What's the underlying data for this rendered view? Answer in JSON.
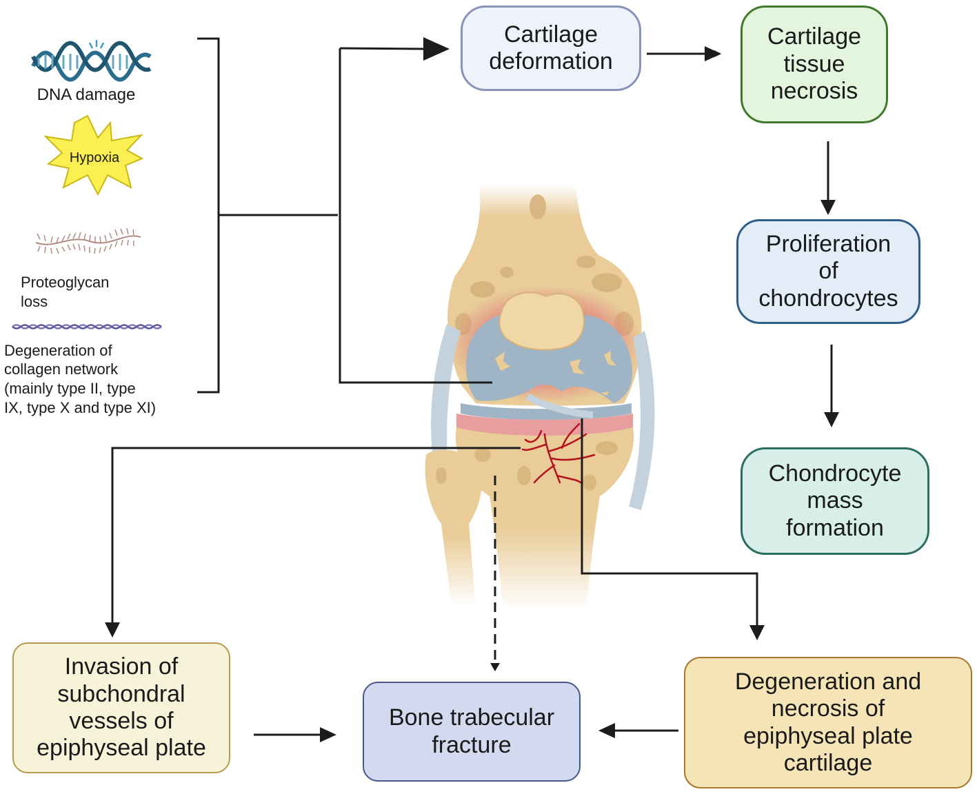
{
  "factors": {
    "dna_damage": "DNA damage",
    "hypoxia": "Hypoxia",
    "proteoglycan_line1": "Proteoglycan",
    "proteoglycan_line2": "loss",
    "collagen_line1": "Degeneration of",
    "collagen_line2": "collagen network",
    "collagen_line3": "(mainly type II, type",
    "collagen_line4": "IX, type X and type XI)"
  },
  "boxes": {
    "cartilage_deformation": {
      "line1": "Cartilage",
      "line2": "deformation",
      "fill": "#eef2fa",
      "border": "#8893b8"
    },
    "cartilage_necrosis": {
      "line1": "Cartilage",
      "line2": "tissue",
      "line3": "necrosis",
      "fill": "#e3f5dc",
      "border": "#3f7a2b"
    },
    "proliferation": {
      "line1": "Proliferation",
      "line2": "of",
      "line3": "chondrocytes",
      "fill": "#e2edf8",
      "border": "#2f5e8a"
    },
    "chondrocyte_mass": {
      "line1": "Chondrocyte",
      "line2": "mass",
      "line3": "formation",
      "fill": "#d8efe9",
      "border": "#2c6e62"
    },
    "invasion": {
      "line1": "Invasion of",
      "line2": "subchondral",
      "line3": "vessels of",
      "line4": "epiphyseal plate",
      "fill": "#f6f3d8",
      "border": "#b69a4e"
    },
    "bone_fracture": {
      "line1": "Bone trabecular",
      "line2": "fracture",
      "fill": "#d3d9ee",
      "border": "#46578a"
    },
    "degeneration": {
      "line1": "Degeneration and",
      "line2": "necrosis of",
      "line3": "epiphyseal plate",
      "line4": "cartilage",
      "fill": "#f4e4b6",
      "border": "#a8782e"
    }
  },
  "colors": {
    "arrow": "#1c1c1c",
    "dna": "#2b6d8c",
    "hypoxia_fill": "#fbef52",
    "hypoxia_stroke": "#c9b814",
    "bone": "#e9cc98",
    "bone_dark": "#d6b27a",
    "cartilage": "#9fb4c4",
    "inflammation": "#e07d7d",
    "ligament": "#c4d2de",
    "vessel": "#b3121e",
    "collagen": "#7d76b8",
    "proteoglycan": "#b08a80"
  },
  "icons": [
    "dna-helix-icon",
    "hypoxia-starburst-icon",
    "proteoglycan-strand-icon",
    "collagen-fiber-icon",
    "knee-joint-illustration"
  ]
}
